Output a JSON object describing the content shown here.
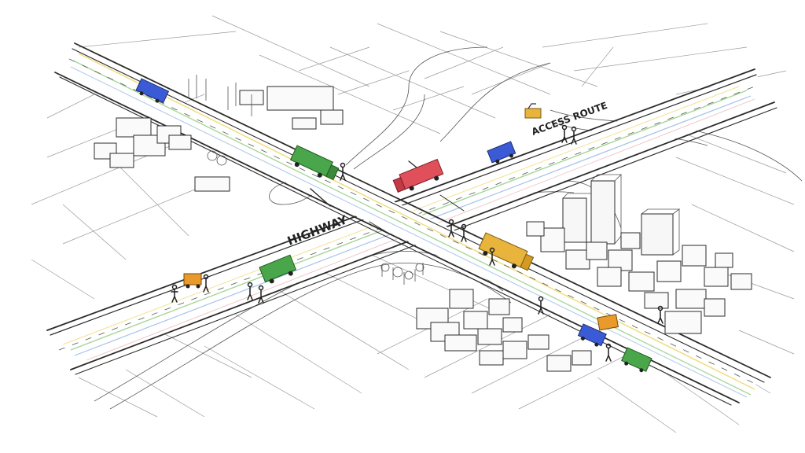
{
  "labels": {
    "highway": "HIGHWAY",
    "access_route": "ACCESS ROUTE"
  },
  "colors": {
    "background": "#ffffff",
    "ink": "#2b2b2b",
    "truck_blue": "#3b5bd6",
    "truck_green": "#4aa64a",
    "truck_red": "#e0505a",
    "truck_yellow": "#e8b43c",
    "truck_orange": "#e89a2a",
    "lane_green": "#7cc46a",
    "lane_yellow": "#e9cf4a",
    "lane_blue": "#7fa8e0",
    "lane_red": "#e08a8a"
  },
  "vehicles": [
    {
      "id": "blue-truck-top-left",
      "color": "truck_blue"
    },
    {
      "id": "green-truck-upper",
      "color": "truck_green"
    },
    {
      "id": "red-truck-center",
      "color": "truck_red"
    },
    {
      "id": "blue-truck-right",
      "color": "truck_blue"
    },
    {
      "id": "yellow-truck-center-right",
      "color": "truck_yellow"
    },
    {
      "id": "green-truck-lower-left",
      "color": "truck_green"
    },
    {
      "id": "blue-truck-lower-right",
      "color": "truck_blue"
    },
    {
      "id": "green-truck-bottom-right",
      "color": "truck_green"
    },
    {
      "id": "yellow-cart-left",
      "color": "truck_orange"
    },
    {
      "id": "orange-cart-right",
      "color": "truck_orange"
    },
    {
      "id": "yellow-excavator-top",
      "color": "truck_yellow"
    }
  ]
}
